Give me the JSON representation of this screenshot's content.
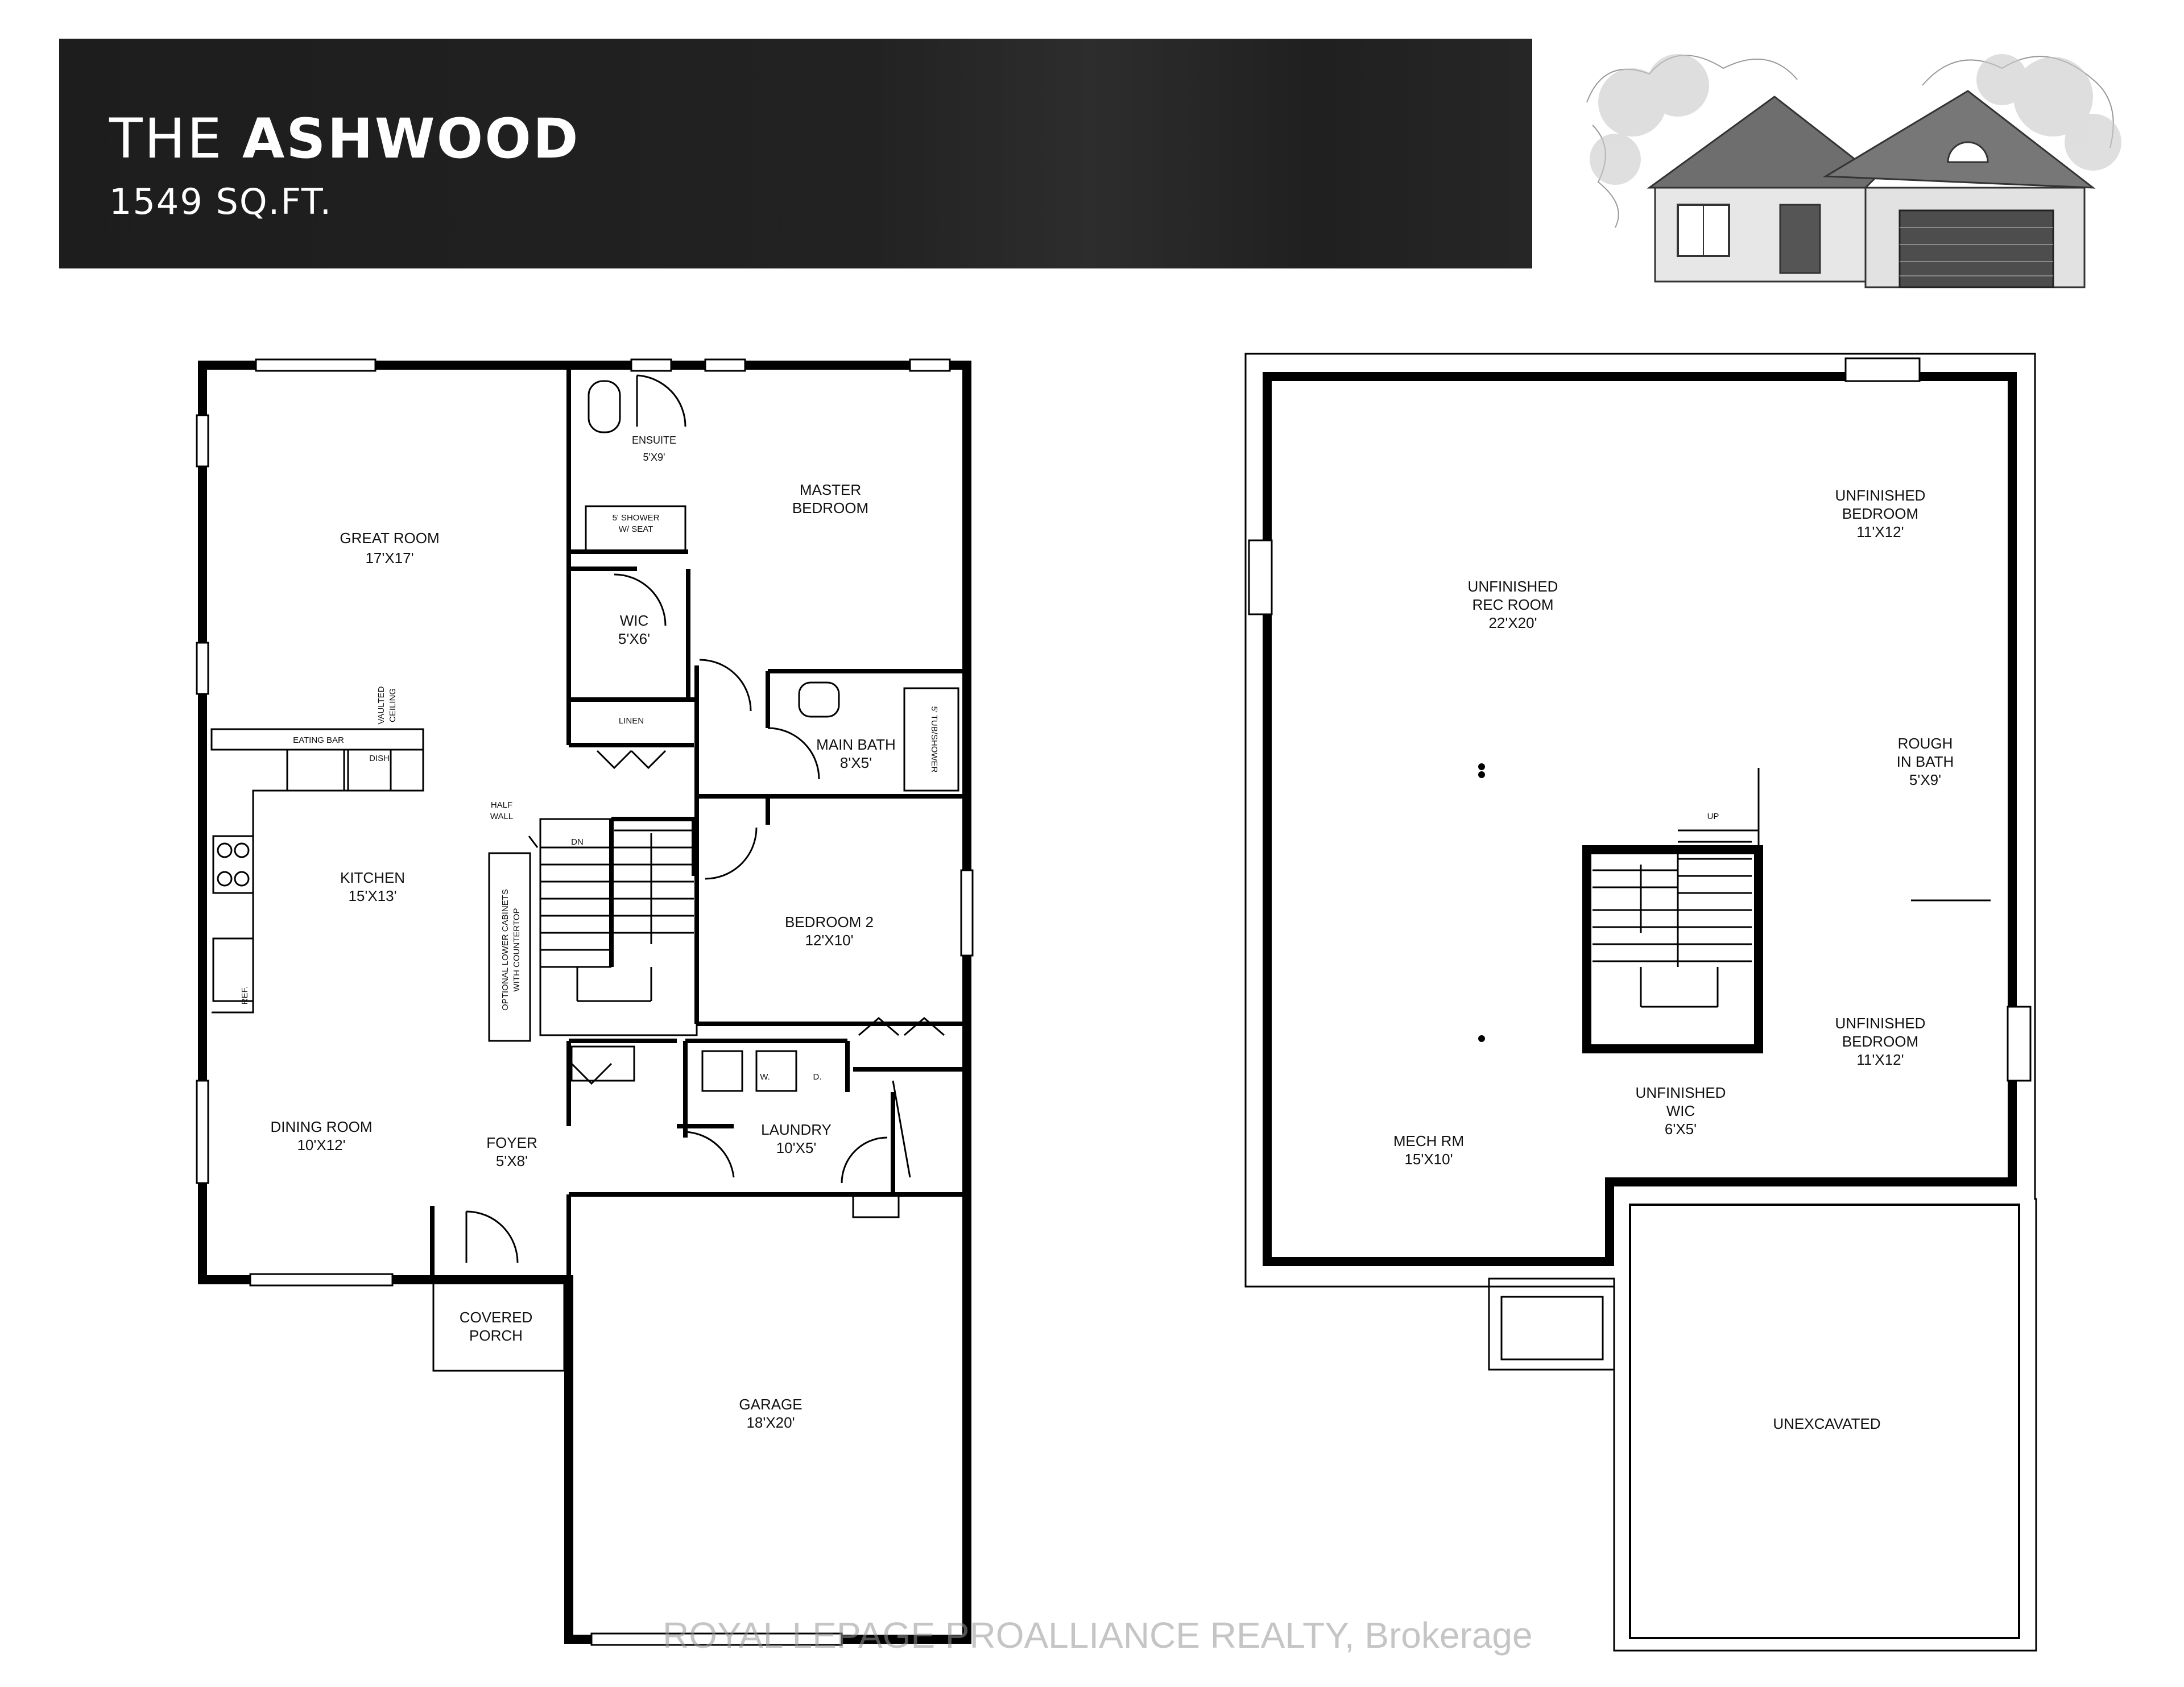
{
  "header": {
    "title_prefix": "THE",
    "title_name": "ASHWOOD",
    "area": "1549 SQ.FT."
  },
  "main_floor": {
    "rooms": [
      {
        "name": "GREAT ROOM",
        "size": "17'X17'"
      },
      {
        "name": "ENSUITE",
        "size": "5'X9'"
      },
      {
        "name": "MASTER",
        "name2": "BEDROOM"
      },
      {
        "name": "WIC",
        "size": "5'X6'"
      },
      {
        "name": "MAIN BATH",
        "size": "8'X5'"
      },
      {
        "name": "KITCHEN",
        "size": "15'X13'"
      },
      {
        "name": "BEDROOM 2",
        "size": "12'X10'"
      },
      {
        "name": "DINING ROOM",
        "size": "10'X12'"
      },
      {
        "name": "FOYER",
        "size": "5'X8'"
      },
      {
        "name": "LAUNDRY",
        "size": "10'X5'"
      },
      {
        "name": "COVERED",
        "name2": "PORCH"
      },
      {
        "name": "GARAGE",
        "size": "18'X20'"
      }
    ],
    "notes": {
      "shower1": "5' SHOWER",
      "shower2": "W/ SEAT",
      "linen": "LINEN",
      "eating_bar": "EATING BAR",
      "dish": "DISH",
      "vaulted1": "VAULTED",
      "vaulted2": "CEILING",
      "half1": "HALF",
      "half2": "WALL",
      "dn": "DN",
      "cab1": "OPTIONAL LOWER CABINETS",
      "cab2": "WITH COUNTERTOP",
      "tub": "5' TUB/SHOWER",
      "ref": "REF.",
      "washer": "W.",
      "dryer": "D."
    }
  },
  "basement": {
    "rooms": [
      {
        "name": "UNFINISHED",
        "name2": "REC ROOM",
        "size": "22'X20'"
      },
      {
        "name": "UNFINISHED",
        "name2": "BEDROOM",
        "size": "11'X12'"
      },
      {
        "name": "ROUGH",
        "name2": "IN BATH",
        "size": "5'X9'"
      },
      {
        "name": "UNFINISHED",
        "name2": "BEDROOM",
        "size": "11'X12'"
      },
      {
        "name": "UNFINISHED",
        "name2": "WIC",
        "size": "6'X5'"
      },
      {
        "name": "MECH RM",
        "size": "15'X10'"
      },
      {
        "name": "UNEXCAVATED"
      }
    ],
    "notes": {
      "up": "UP"
    }
  },
  "watermark": "ROYAL LEPAGE PROALLIANCE REALTY, Brokerage"
}
